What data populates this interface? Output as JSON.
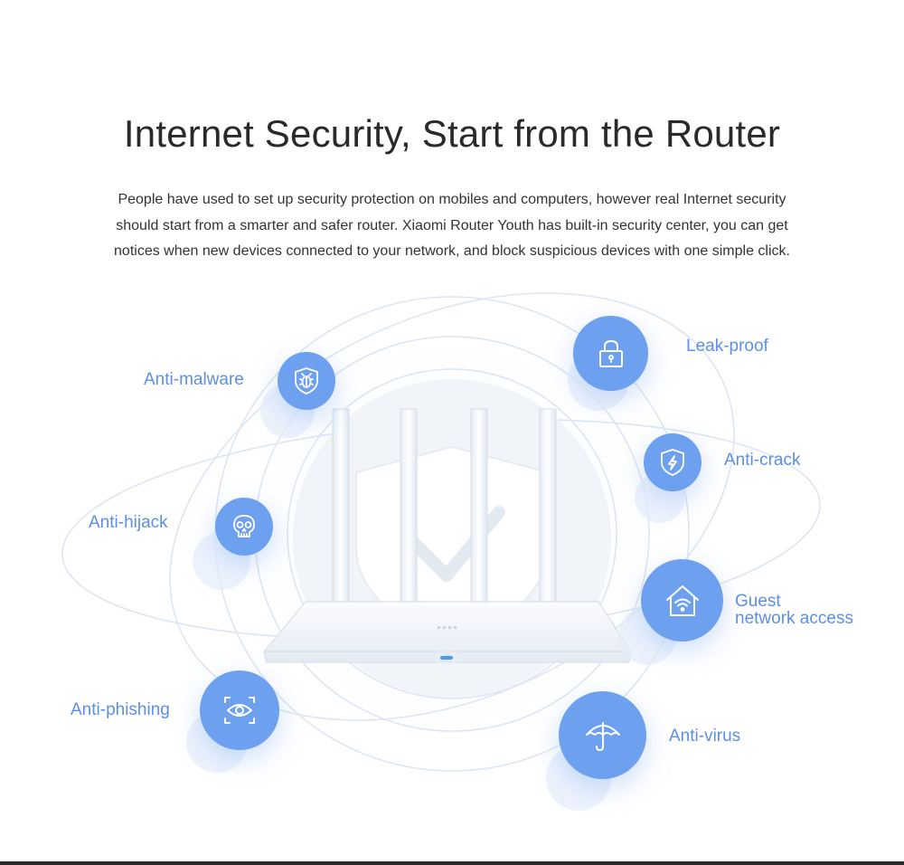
{
  "header": {
    "title": "Internet Security, Start from the Router",
    "description": "People have used to set up security protection on mobiles and computers, however real Internet security should start from a smarter and safer router. Xiaomi Router Youth has built-in security center, you can get notices when new devices connected to your network, and block suspicious devices with one simple click."
  },
  "features": {
    "anti_malware": {
      "label": "Anti-malware",
      "icon": "bug-shield-icon"
    },
    "leak_proof": {
      "label": "Leak-proof",
      "icon": "padlock-icon"
    },
    "anti_crack": {
      "label": "Anti-crack",
      "icon": "lightning-shield-icon"
    },
    "anti_hijack": {
      "label": "Anti-hijack",
      "icon": "skull-icon"
    },
    "guest_access": {
      "label_line1": "Guest",
      "label_line2": "network access",
      "icon": "house-wifi-icon"
    },
    "anti_phishing": {
      "label": "Anti-phishing",
      "icon": "eye-scan-icon"
    },
    "anti_virus": {
      "label": "Anti-virus",
      "icon": "umbrella-icon"
    }
  },
  "colors": {
    "accent": "#6ea0f0",
    "label": "#5d8fe6",
    "orbit": "#dfe8f3",
    "router_body": "#f4f7fb"
  }
}
